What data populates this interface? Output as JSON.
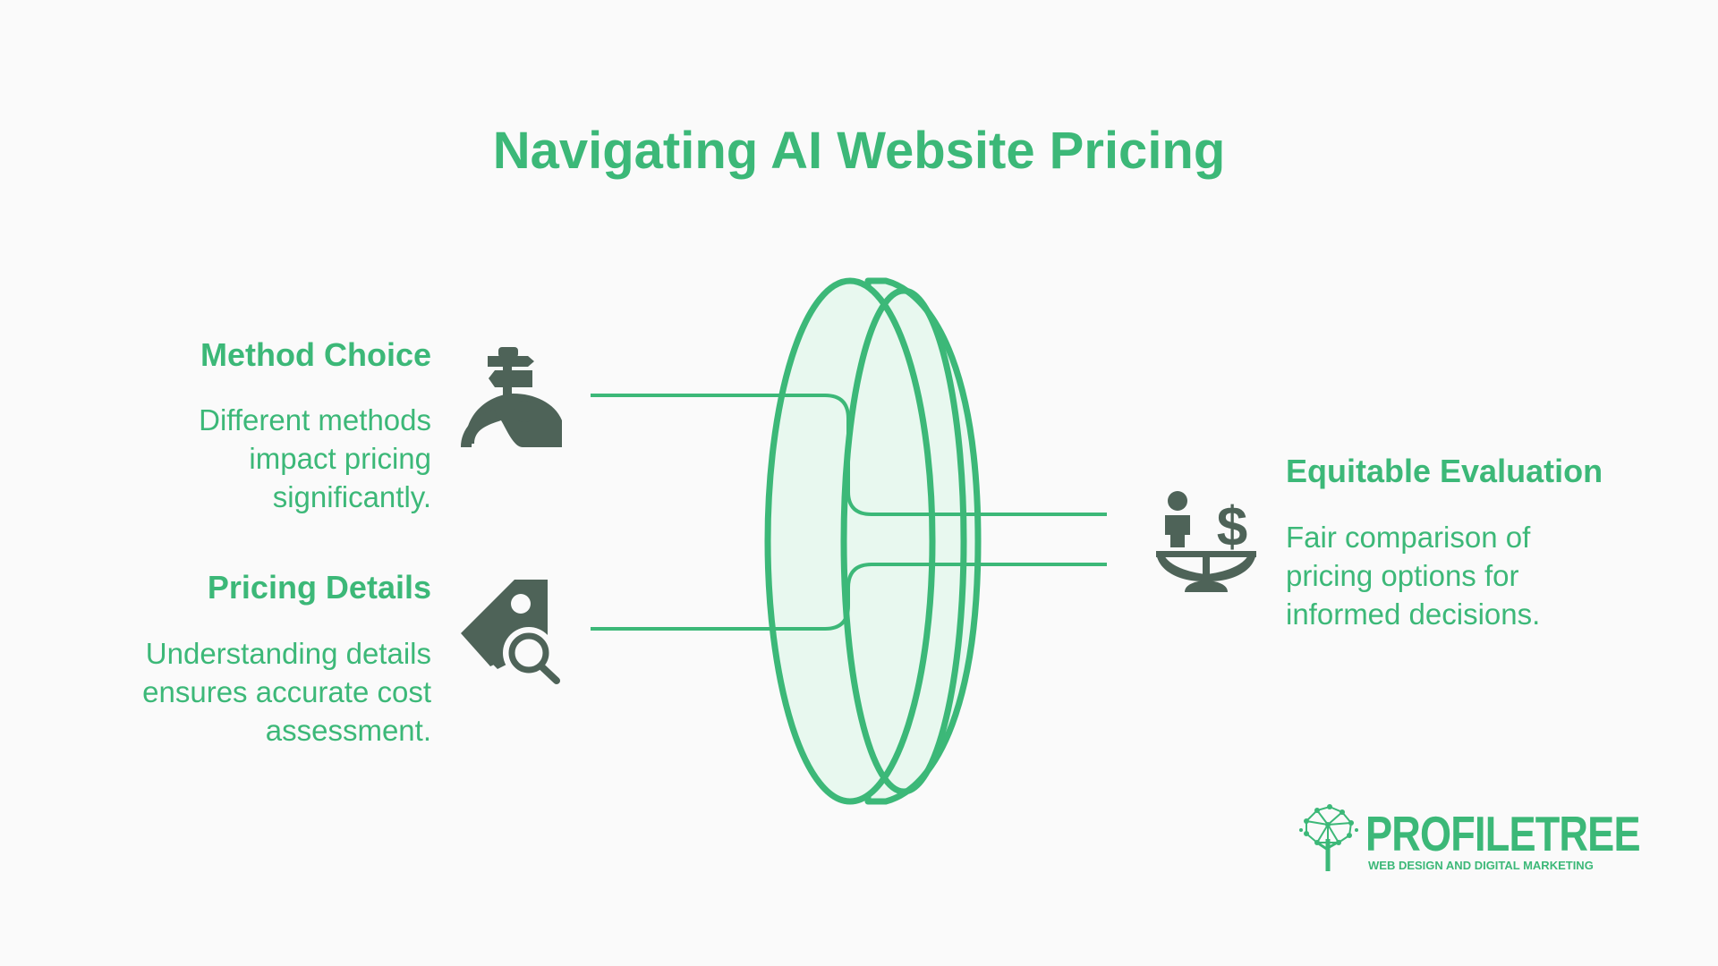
{
  "title": "Navigating AI Website Pricing",
  "items": [
    {
      "heading": "Method Choice",
      "description_lines": [
        "Different methods",
        "impact pricing",
        "significantly."
      ],
      "icon": "signpost-person-icon"
    },
    {
      "heading": "Pricing Details",
      "description_lines": [
        "Understanding details",
        "ensures accurate cost",
        "assessment."
      ],
      "icon": "price-tag-search-icon"
    },
    {
      "heading": "Equitable Evaluation",
      "description_lines": [
        "Fair comparison of",
        "pricing options for",
        "informed decisions."
      ],
      "icon": "balance-scale-person-dollar-icon"
    }
  ],
  "logo": {
    "name": "PROFILETREE",
    "tagline": "WEB DESIGN AND DIGITAL MARKETING"
  },
  "colors": {
    "accent": "#3cb878",
    "icon": "#4e6358",
    "lens_fill": "#e8f8ef",
    "background": "#fafafa"
  }
}
